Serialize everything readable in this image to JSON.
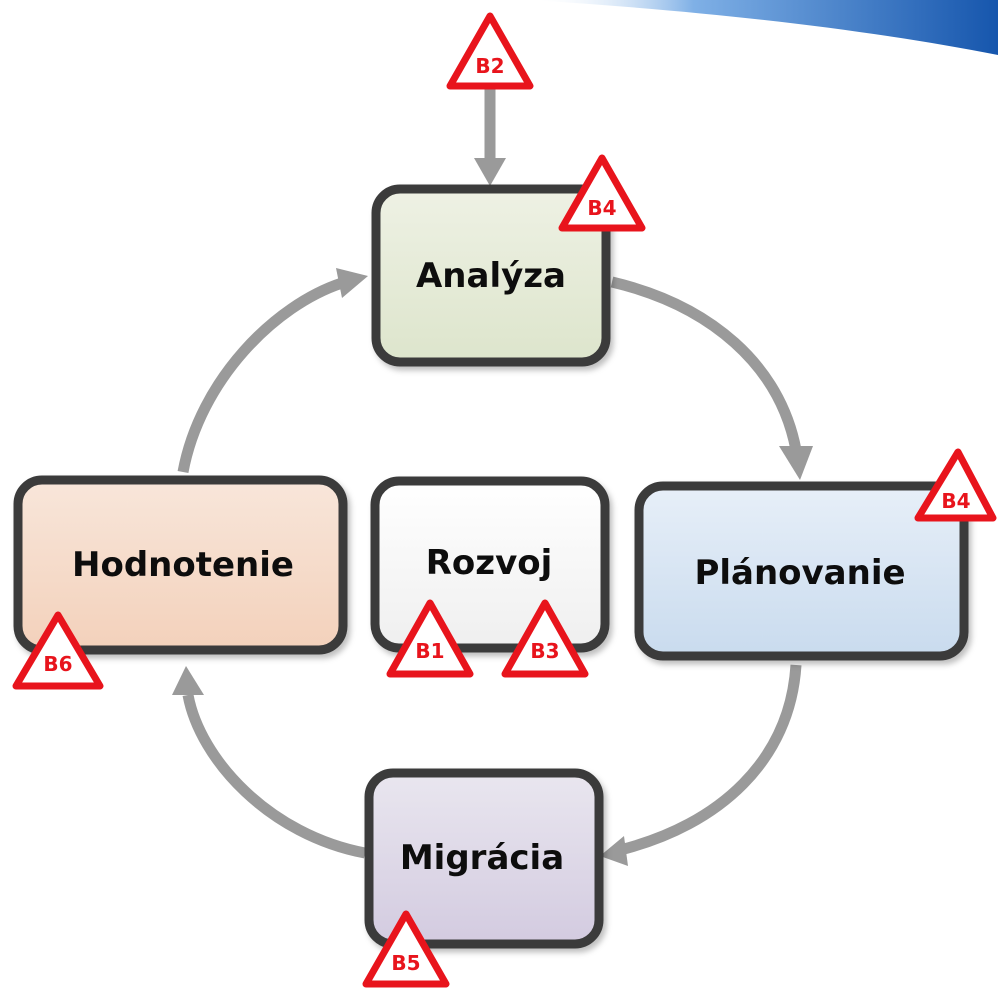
{
  "nodes": {
    "analyza": {
      "label": "Analýza",
      "fill": "#e6ebd9"
    },
    "planovanie": {
      "label": "Plánovanie",
      "fill": "#d6e4f2"
    },
    "migracia": {
      "label": "Migrácia",
      "fill": "#dcd6e6"
    },
    "hodnotenie": {
      "label": "Hodnotenie",
      "fill": "#f6dccb"
    },
    "rozvoj": {
      "label": "Rozvoj",
      "fill": "#f7f7f7"
    }
  },
  "markers": {
    "b2": "B2",
    "b4_analyza": "B4",
    "b4_planovanie": "B4",
    "b6": "B6",
    "b1": "B1",
    "b3": "B3",
    "b5": "B5"
  },
  "colors": {
    "box_border": "#3a3a3a",
    "arrow": "#9a9a9a",
    "marker_red": "#e8141c",
    "banner_blue": "#1f63b8"
  }
}
